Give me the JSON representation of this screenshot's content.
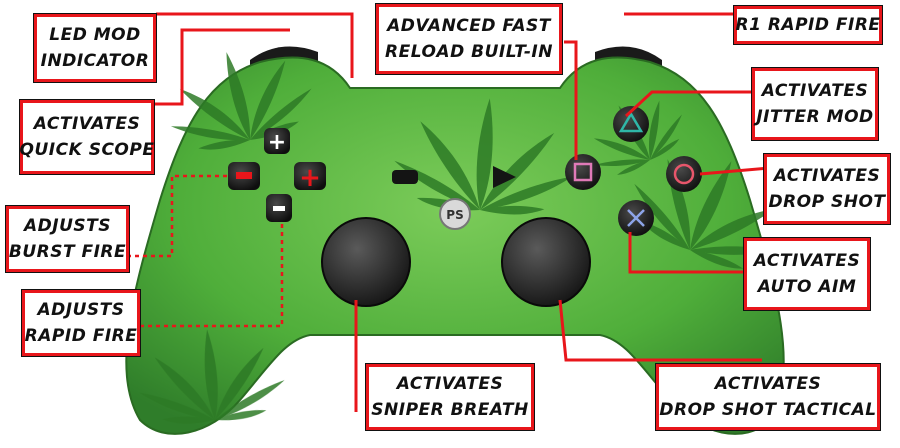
{
  "labels": {
    "led_mod": [
      "LED MOD",
      "INDICATOR"
    ],
    "quick_scope": [
      "ACTIVATES",
      "QUICK SCOPE"
    ],
    "burst_fire": [
      "ADJUSTS",
      "BURST FIRE"
    ],
    "rapid_fire_adjust": [
      "ADJUSTS",
      "RAPID FIRE"
    ],
    "fast_reload": [
      "ADVANCED FAST",
      "RELOAD BUILT-IN"
    ],
    "r1_rapid_fire": [
      "R1 RAPID FIRE"
    ],
    "jitter_mod": [
      "ACTIVATES",
      "JITTER MOD"
    ],
    "drop_shot": [
      "ACTIVATES",
      "DROP SHOT"
    ],
    "auto_aim": [
      "ACTIVATES",
      "AUTO AIM"
    ],
    "sniper_breath": [
      "ACTIVATES",
      "SNIPER BREATH"
    ],
    "drop_shot_tactical": [
      "ACTIVATES",
      "DROP SHOT TACTICAL"
    ]
  },
  "colors": {
    "accent": "#e8161b",
    "controller_body": "#4fae3a",
    "controller_dark": "#2f7d2a",
    "leaf": "#2e7a26"
  },
  "icons": [
    "triangle-button-icon",
    "circle-button-icon",
    "cross-button-icon",
    "square-button-icon",
    "playstation-logo-icon",
    "dpad-plus-icon",
    "dpad-minus-icon"
  ]
}
